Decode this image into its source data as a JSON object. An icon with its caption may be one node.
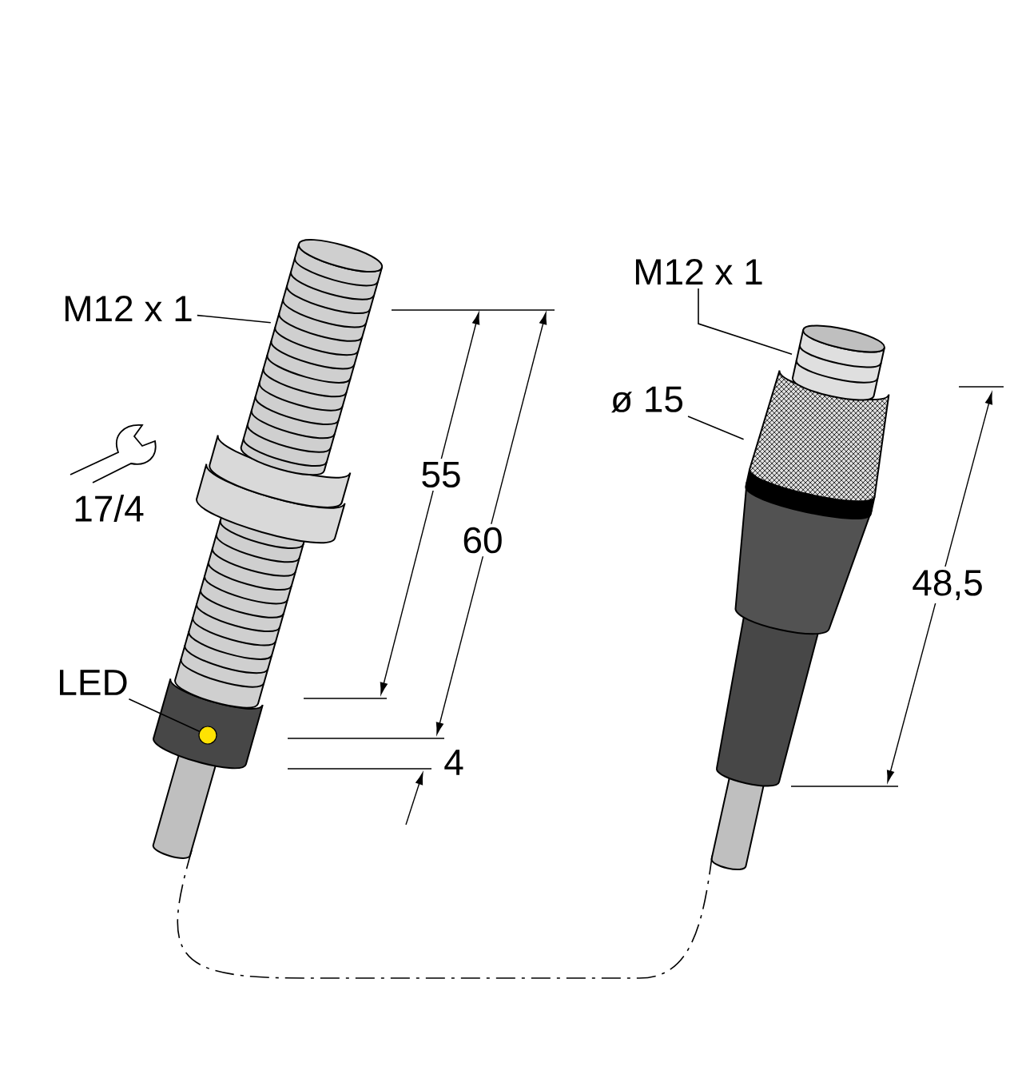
{
  "diagram": {
    "nodes": [
      {
        "text": [
          "M12 x 1"
        ]
      },
      {
        "text": [],
        "shape": "picture"
      },
      {
        "text": [
          "LED"
        ]
      },
      {
        "text": [],
        "shape": "circle"
      },
      {
        "text": [
          "M12 x 1"
        ]
      },
      {
        "text": [],
        "shape": "picture"
      },
      {
        "text": [
          "ø 15"
        ]
      },
      {
        "text": [],
        "shape": "picture"
      }
    ],
    "edges": [
      {
        "from": 0,
        "to": 1,
        "arrow": "none"
      },
      {
        "from": 2,
        "to": 3,
        "arrow": "none"
      },
      {
        "from": 4,
        "to": 5,
        "arrow": "none"
      },
      {
        "from": 6,
        "to": 7,
        "arrow": "none"
      }
    ],
    "labels": [
      "17/4",
      "55",
      "60",
      "4",
      "48,5"
    ]
  }
}
